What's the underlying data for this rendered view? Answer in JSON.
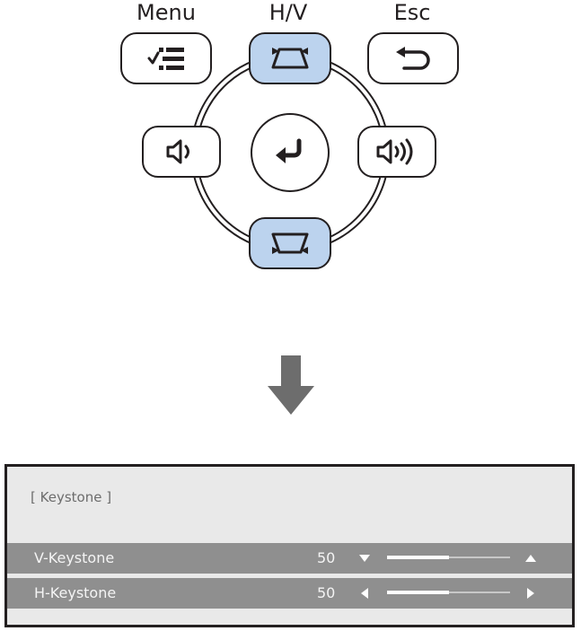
{
  "remote": {
    "menu_label": "Menu",
    "hv_label": "H/V",
    "esc_label": "Esc",
    "highlight_color": "#bcd3ee"
  },
  "osd": {
    "title": "[ Keystone ]",
    "rows": [
      {
        "label": "V-Keystone",
        "value": "50",
        "level": 0.5
      },
      {
        "label": "H-Keystone",
        "value": "50",
        "level": 0.5
      }
    ]
  }
}
